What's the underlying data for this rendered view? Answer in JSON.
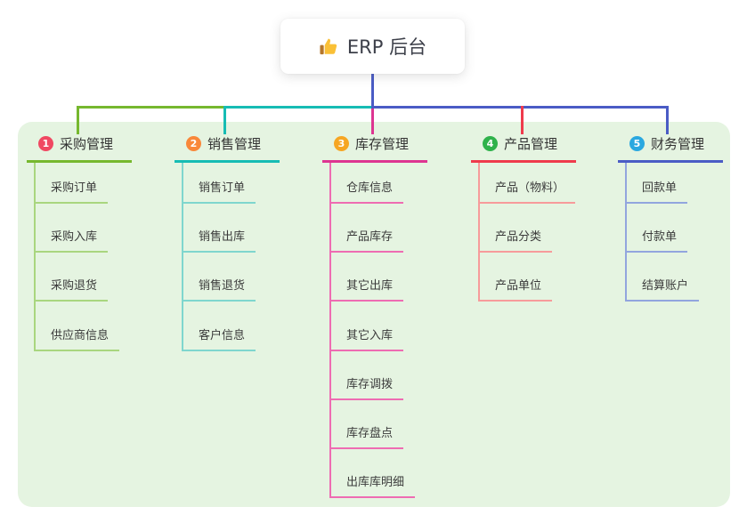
{
  "root": {
    "icon": "thumbs-up",
    "label": "ERP 后台"
  },
  "branches": [
    {
      "badge": "1",
      "label": "采购管理",
      "badge_color": "#f04862",
      "line_color": "#76b82e",
      "child_line_color": "#a9d67f",
      "children": [
        "采购订单",
        "采购入库",
        "采购退货",
        "供应商信息"
      ]
    },
    {
      "badge": "2",
      "label": "销售管理",
      "badge_color": "#f9883a",
      "line_color": "#16bcb4",
      "child_line_color": "#7fd6ce",
      "children": [
        "销售订单",
        "销售出库",
        "销售退货",
        "客户信息"
      ]
    },
    {
      "badge": "3",
      "label": "库存管理",
      "badge_color": "#f6a623",
      "line_color": "#dd3591",
      "child_line_color": "#ee6cb2",
      "children": [
        "仓库信息",
        "产品库存",
        "其它出库",
        "其它入库",
        "库存调拨",
        "库存盘点",
        "出库库明细"
      ]
    },
    {
      "badge": "4",
      "label": "产品管理",
      "badge_color": "#2fb24b",
      "line_color": "#ef3b4c",
      "child_line_color": "#f79b9b",
      "children": [
        "产品（物料）",
        "产品分类",
        "产品单位"
      ]
    },
    {
      "badge": "5",
      "label": "财务管理",
      "badge_color": "#2aa8e0",
      "line_color": "#4a5cc5",
      "child_line_color": "#92a5de",
      "children": [
        "回款单",
        "付款单",
        "结算账户"
      ]
    }
  ],
  "colors": {
    "panel_bg": "#e5f4e1",
    "stem": "#4a5cc5",
    "text": "#333333"
  }
}
